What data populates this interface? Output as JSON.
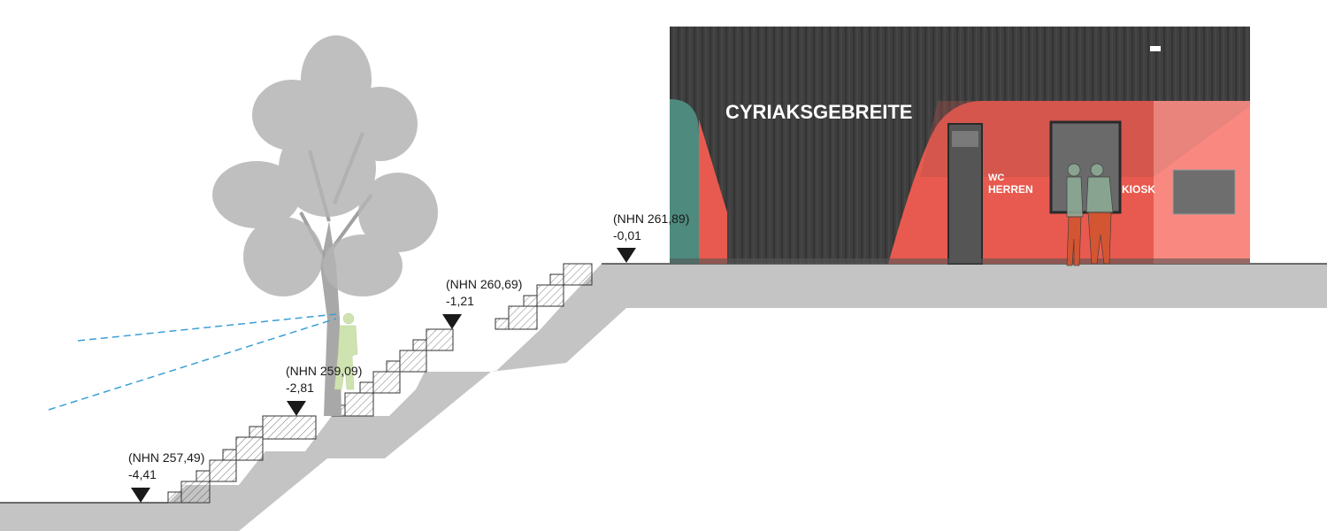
{
  "building": {
    "name": "CYRIAKSGEBREITE",
    "wc_line1": "WC",
    "wc_line2": "HERREN",
    "kiosk": "KIOSK"
  },
  "levels": [
    {
      "nhn": "(NHN 261,89)",
      "rel": "-0,01"
    },
    {
      "nhn": "(NHN 260,69)",
      "rel": "-1,21"
    },
    {
      "nhn": "(NHN 259,09)",
      "rel": "-2,81"
    },
    {
      "nhn": "(NHN 257,49)",
      "rel": "-4,41"
    }
  ],
  "colors": {
    "facade": "#3d3d3d",
    "red": "#e85a4f",
    "teal": "#4e8a7e",
    "ground": "#c4c4c4",
    "sightline": "#3a9fd6"
  }
}
